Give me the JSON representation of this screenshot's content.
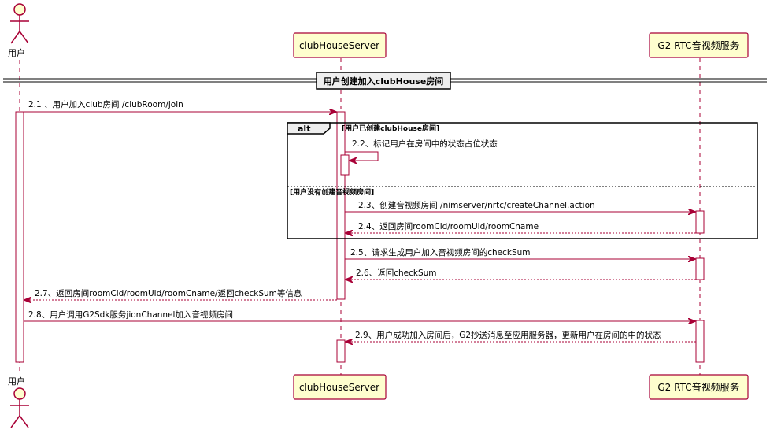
{
  "participants": {
    "user": "用户",
    "server": "clubHouseServer",
    "rtc": "G2 RTC音视频服务"
  },
  "divider": "用户创建加入clubHouse房间",
  "alt": {
    "label": "alt",
    "guard1": "[用户已创建clubHouse房间]",
    "guard2": "[用户没有创建音视频房间]"
  },
  "messages": {
    "m2_1": "2.1 、用户加入club房间 /clubRoom/join",
    "m2_2": "2.2、标记用户在房间中的状态占位状态",
    "m2_3": "2.3、创建音视频房间 /nimserver/nrtc/createChannel.action",
    "m2_4": "2.4、返回房间roomCid/roomUid/roomCname",
    "m2_5": "2.5、请求生成用户加入音视频房间的checkSum",
    "m2_6": "2.6、返回checkSum",
    "m2_7": "2.7、返回房间roomCid/roomUid/roomCname/返回checkSum等信息",
    "m2_8": "2.8、用户调用G2Sdk服务jionChannel加入音视频房间",
    "m2_9": "2.9、用户成功加入房间后，G2抄送消息至应用服务器，更新用户在房间的中的状态"
  }
}
